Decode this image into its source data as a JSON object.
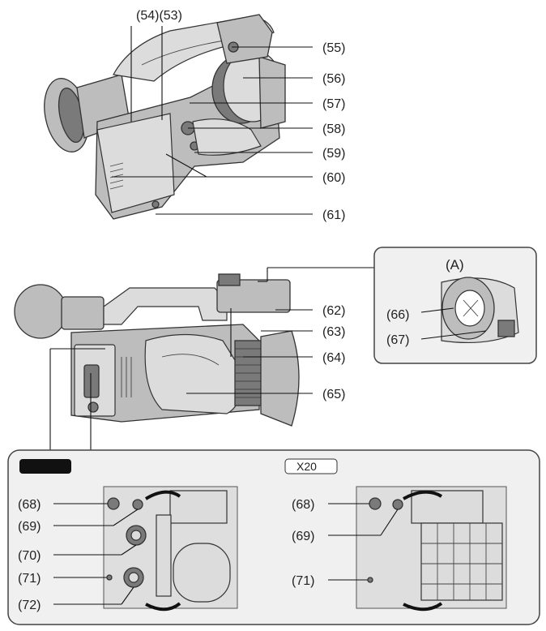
{
  "labels": {
    "l53": "(54)(53)",
    "l55": "(55)",
    "l56": "(56)",
    "l57": "(57)",
    "l58": "(58)",
    "l59": "(59)",
    "l60": "(60)",
    "l61": "(61)",
    "l62": "(62)",
    "l63": "(63)",
    "l64": "(64)",
    "l65": "(65)",
    "l66": "(66)",
    "l67": "(67)",
    "l68a": "(68)",
    "l69a": "(69)",
    "l70": "(70)",
    "l71a": "(71)",
    "l72": "(72)",
    "l68b": "(68)",
    "l69b": "(69)",
    "l71b": "(71)"
  },
  "inset": {
    "title": "(A)"
  },
  "panel": {
    "right_badge": "X20"
  }
}
